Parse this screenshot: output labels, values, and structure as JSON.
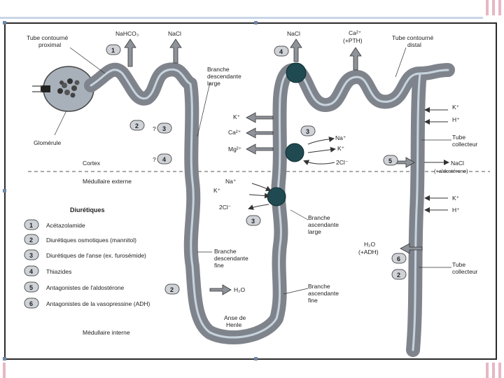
{
  "labels": {
    "tube_proximal": [
      "Tube contourné",
      "proximal"
    ],
    "tube_distal": [
      "Tube contourné",
      "distal"
    ],
    "glomerule": "Glomérule",
    "cortex": "Cortex",
    "medullaire_externe": "Médullaire externe",
    "medullaire_interne": "Médullaire interne",
    "branche_desc_large": [
      "Branche",
      "descendante",
      "large"
    ],
    "branche_desc_fine": [
      "Branche",
      "descendante",
      "fine"
    ],
    "branche_asc_large": [
      "Branche",
      "ascendante",
      "large"
    ],
    "branche_asc_fine": [
      "Branche",
      "ascendante",
      "fine"
    ],
    "anse_henle": [
      "Anse de",
      "Henle"
    ],
    "tube_collecteur_1": [
      "Tube",
      "collecteur"
    ],
    "tube_collecteur_2": [
      "Tube",
      "collecteur"
    ],
    "q1": "?",
    "q2": "?"
  },
  "ions": {
    "nahco3": "NaHCO₃",
    "nacl_prox": "NaCl",
    "nacl_asc": "NaCl",
    "ca_pth": [
      "Ca²⁺",
      "(+PTH)"
    ],
    "k_out": "K⁺",
    "ca_out": "Ca²⁺",
    "mg_out": "Mg²⁺",
    "na_in": "Na⁺",
    "k_in": "K⁺",
    "cl_in": "2Cl⁻",
    "na_left": "Na⁺",
    "k_left": "K⁺",
    "cl_left": "2Cl⁻",
    "k_right": "K⁺",
    "h_right": "H⁺",
    "nacl_coll": [
      "NaCl",
      "(+aldostérone)"
    ],
    "k_right2": "K⁺",
    "h_right2": "H⁺",
    "h2o_adh": [
      "H₂O",
      "(+ADH)"
    ],
    "h2o_fine": "H₂O"
  },
  "badges": {
    "b_prox": "1",
    "b_dist": "4",
    "b_q3": "3",
    "b_q4": "4",
    "b_2": "2",
    "b_asc3": "3",
    "b_asc3b": "3",
    "b_coll5": "5",
    "b_coll6": "6",
    "b_coll2": "2",
    "b_fine2": "2"
  },
  "legend": {
    "title": "Diurétiques",
    "items": [
      {
        "num": "1",
        "text": "Acétazolamide"
      },
      {
        "num": "2",
        "text": "Diurétiques osmotiques (mannitol)"
      },
      {
        "num": "3",
        "text": "Diurétiques de l'anse (ex. furosémide)"
      },
      {
        "num": "4",
        "text": "Thiazides"
      },
      {
        "num": "5",
        "text": "Antagonistes de l'aldostérone"
      },
      {
        "num": "6",
        "text": "Antagonistes de la vasopressine (ADH)"
      }
    ]
  },
  "colors": {
    "tubule": "#8e9299",
    "tubule_light": "#c6d3dd",
    "pump": "#1f4a52",
    "frame": "#2b2b2b",
    "accent_pink": "#e7b6c4",
    "top_line": "#c9d5e6"
  }
}
